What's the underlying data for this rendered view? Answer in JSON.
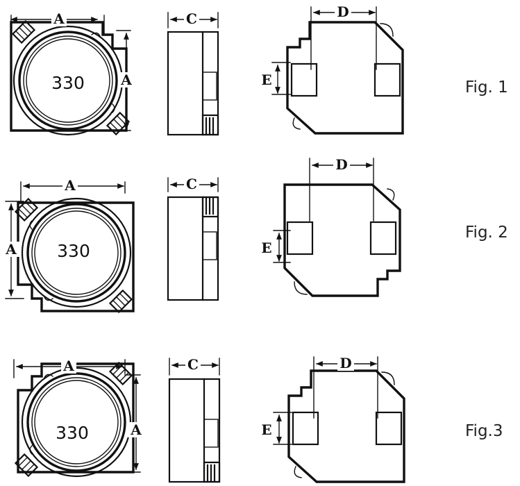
{
  "colors": {
    "line": "#111111",
    "pad_fill": "#d9d9d9",
    "background": "#ffffff"
  },
  "dimensions": {
    "a": "A",
    "c": "C",
    "d": "D",
    "e": "E"
  },
  "inductor_marking": "330",
  "figures": [
    {
      "label": "Fig. 1"
    },
    {
      "label": "Fig. 2"
    },
    {
      "label": "Fig.3"
    }
  ]
}
